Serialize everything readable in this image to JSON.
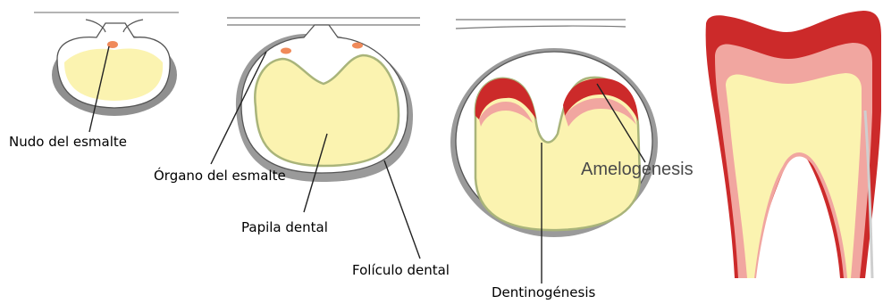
{
  "labels": {
    "enamel_knot": "Nudo del esmalte",
    "enamel_organ": "Órgano del esmalte",
    "dental_papilla": "Papila dental",
    "dental_follicle": "Folículo dental",
    "dentinogenesis": "Dentinogénesis",
    "amelogenesis": "Amelogenesis"
  },
  "colors": {
    "papilla": "#fbf3b0",
    "follicle": "#9a9a9a",
    "enamel": "#cc2a2a",
    "dentin_light": "#f1a6a0",
    "epithelium_line": "#a9b47a",
    "outline": "#555555",
    "background": "#ffffff"
  }
}
